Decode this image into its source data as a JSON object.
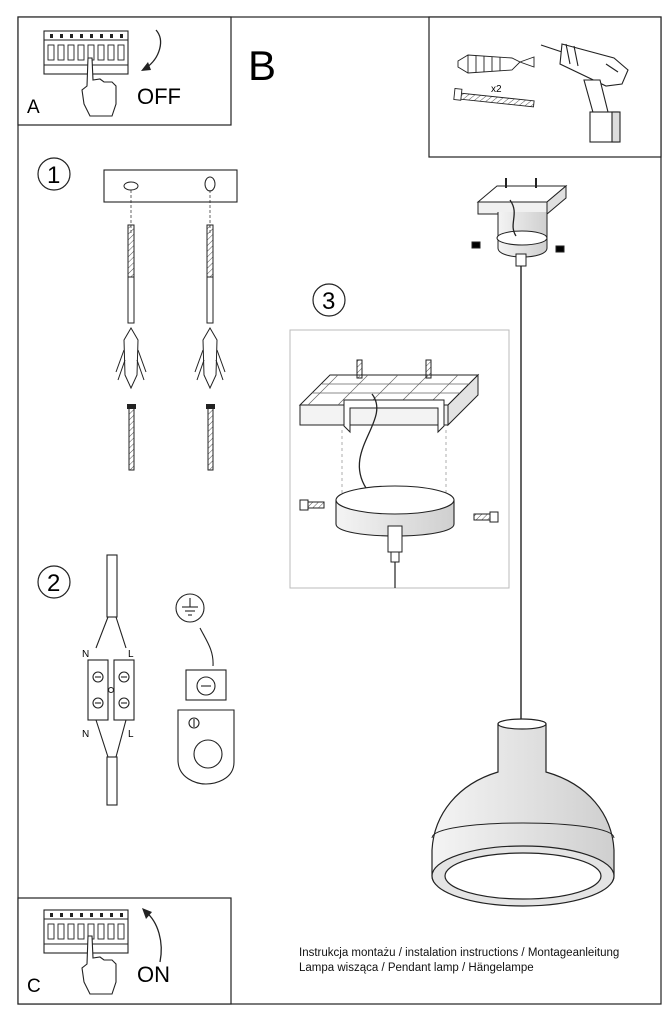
{
  "boxes": {
    "a": {
      "letter": "A",
      "caption": "OFF"
    },
    "b": {
      "letter": "B"
    },
    "c": {
      "letter": "C",
      "caption": "ON"
    }
  },
  "steps": {
    "one": "1",
    "two": "2",
    "three": "3"
  },
  "tools": {
    "quantity": "x2"
  },
  "wiring": {
    "n_top": "N",
    "l_top": "L",
    "n_bottom": "N",
    "l_bottom": "L"
  },
  "footer": {
    "line1": "Instrukcja montażu / instalation instructions / Montageanleitung",
    "line2": "Lampa wisząca / Pendant lamp / Hängelampe"
  }
}
